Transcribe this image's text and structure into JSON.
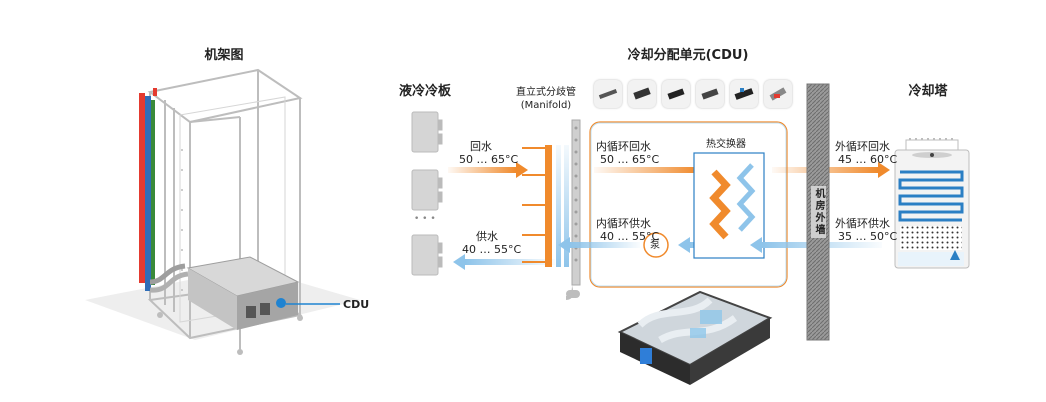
{
  "titles": {
    "rack": "机架图",
    "cdu": "冷却分配单元(CDU)",
    "tower": "冷却塔",
    "cold_plate": "液冷冷板"
  },
  "manifold": {
    "line1": "直立式分歧管",
    "line2": "(Manifold)"
  },
  "cdu_tag": "CDU",
  "labels": {
    "return_water": "回水",
    "return_temp": "50 … 65°C",
    "supply_water": "供水",
    "supply_temp": "40 … 55°C",
    "inner_return": "内循环回水",
    "inner_return_temp": "50 … 65°C",
    "inner_supply": "内循环供水",
    "inner_supply_temp": "40 … 55°C",
    "heat_exchanger": "热交换器",
    "pump": "泵",
    "wall": "机房外墙",
    "outer_return": "外循环回水",
    "outer_return_temp": "45 … 60°C",
    "outer_supply": "外循环供水",
    "outer_supply_temp": "35 … 50°C",
    "dots": "• • •"
  },
  "colors": {
    "hot": "#f08a2c",
    "cold": "#8ec4ea",
    "cold_dark": "#2b7fc4",
    "red_bar": "#e43a2f",
    "blue_bar": "#2f6db7",
    "frame": "#bdbdbd"
  },
  "sensor_icons": [
    "temperature-sensor-icon",
    "pressure-sensor-icon",
    "flow-sensor-icon",
    "level-sensor-icon",
    "leak-sensor-icon",
    "valve-sensor-icon"
  ]
}
